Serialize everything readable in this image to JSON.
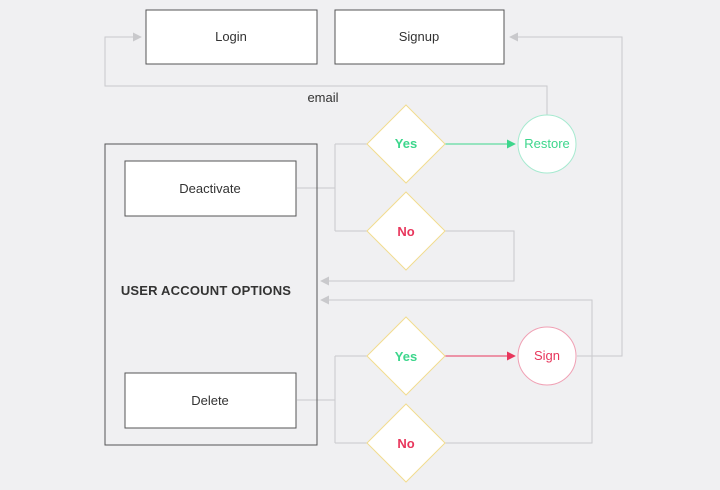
{
  "nodes": {
    "login": "Login",
    "signup": "Signup",
    "user_account_options": "USER ACCOUNT OPTIONS",
    "deactivate": "Deactivate",
    "delete": "Delete",
    "restore": "Restore",
    "sign": "Sign"
  },
  "decisions": {
    "deactivate_yes": "Yes",
    "deactivate_no": "No",
    "delete_yes": "Yes",
    "delete_no": "No"
  },
  "edge_labels": {
    "restore_to_login": "email"
  },
  "colors": {
    "background": "#f0f0f2",
    "box_border": "#555555",
    "diamond_border": "#f2dc8f",
    "yes_text": "#3dd68c",
    "no_text": "#e8365c",
    "restore_border": "#a6ead0",
    "restore_text": "#3dd68c",
    "restore_arrow": "#3dd68c",
    "sign_border": "#f0a0b4",
    "sign_text": "#e8365c",
    "sign_arrow": "#e8365c",
    "connector": "#c9c9cc"
  }
}
